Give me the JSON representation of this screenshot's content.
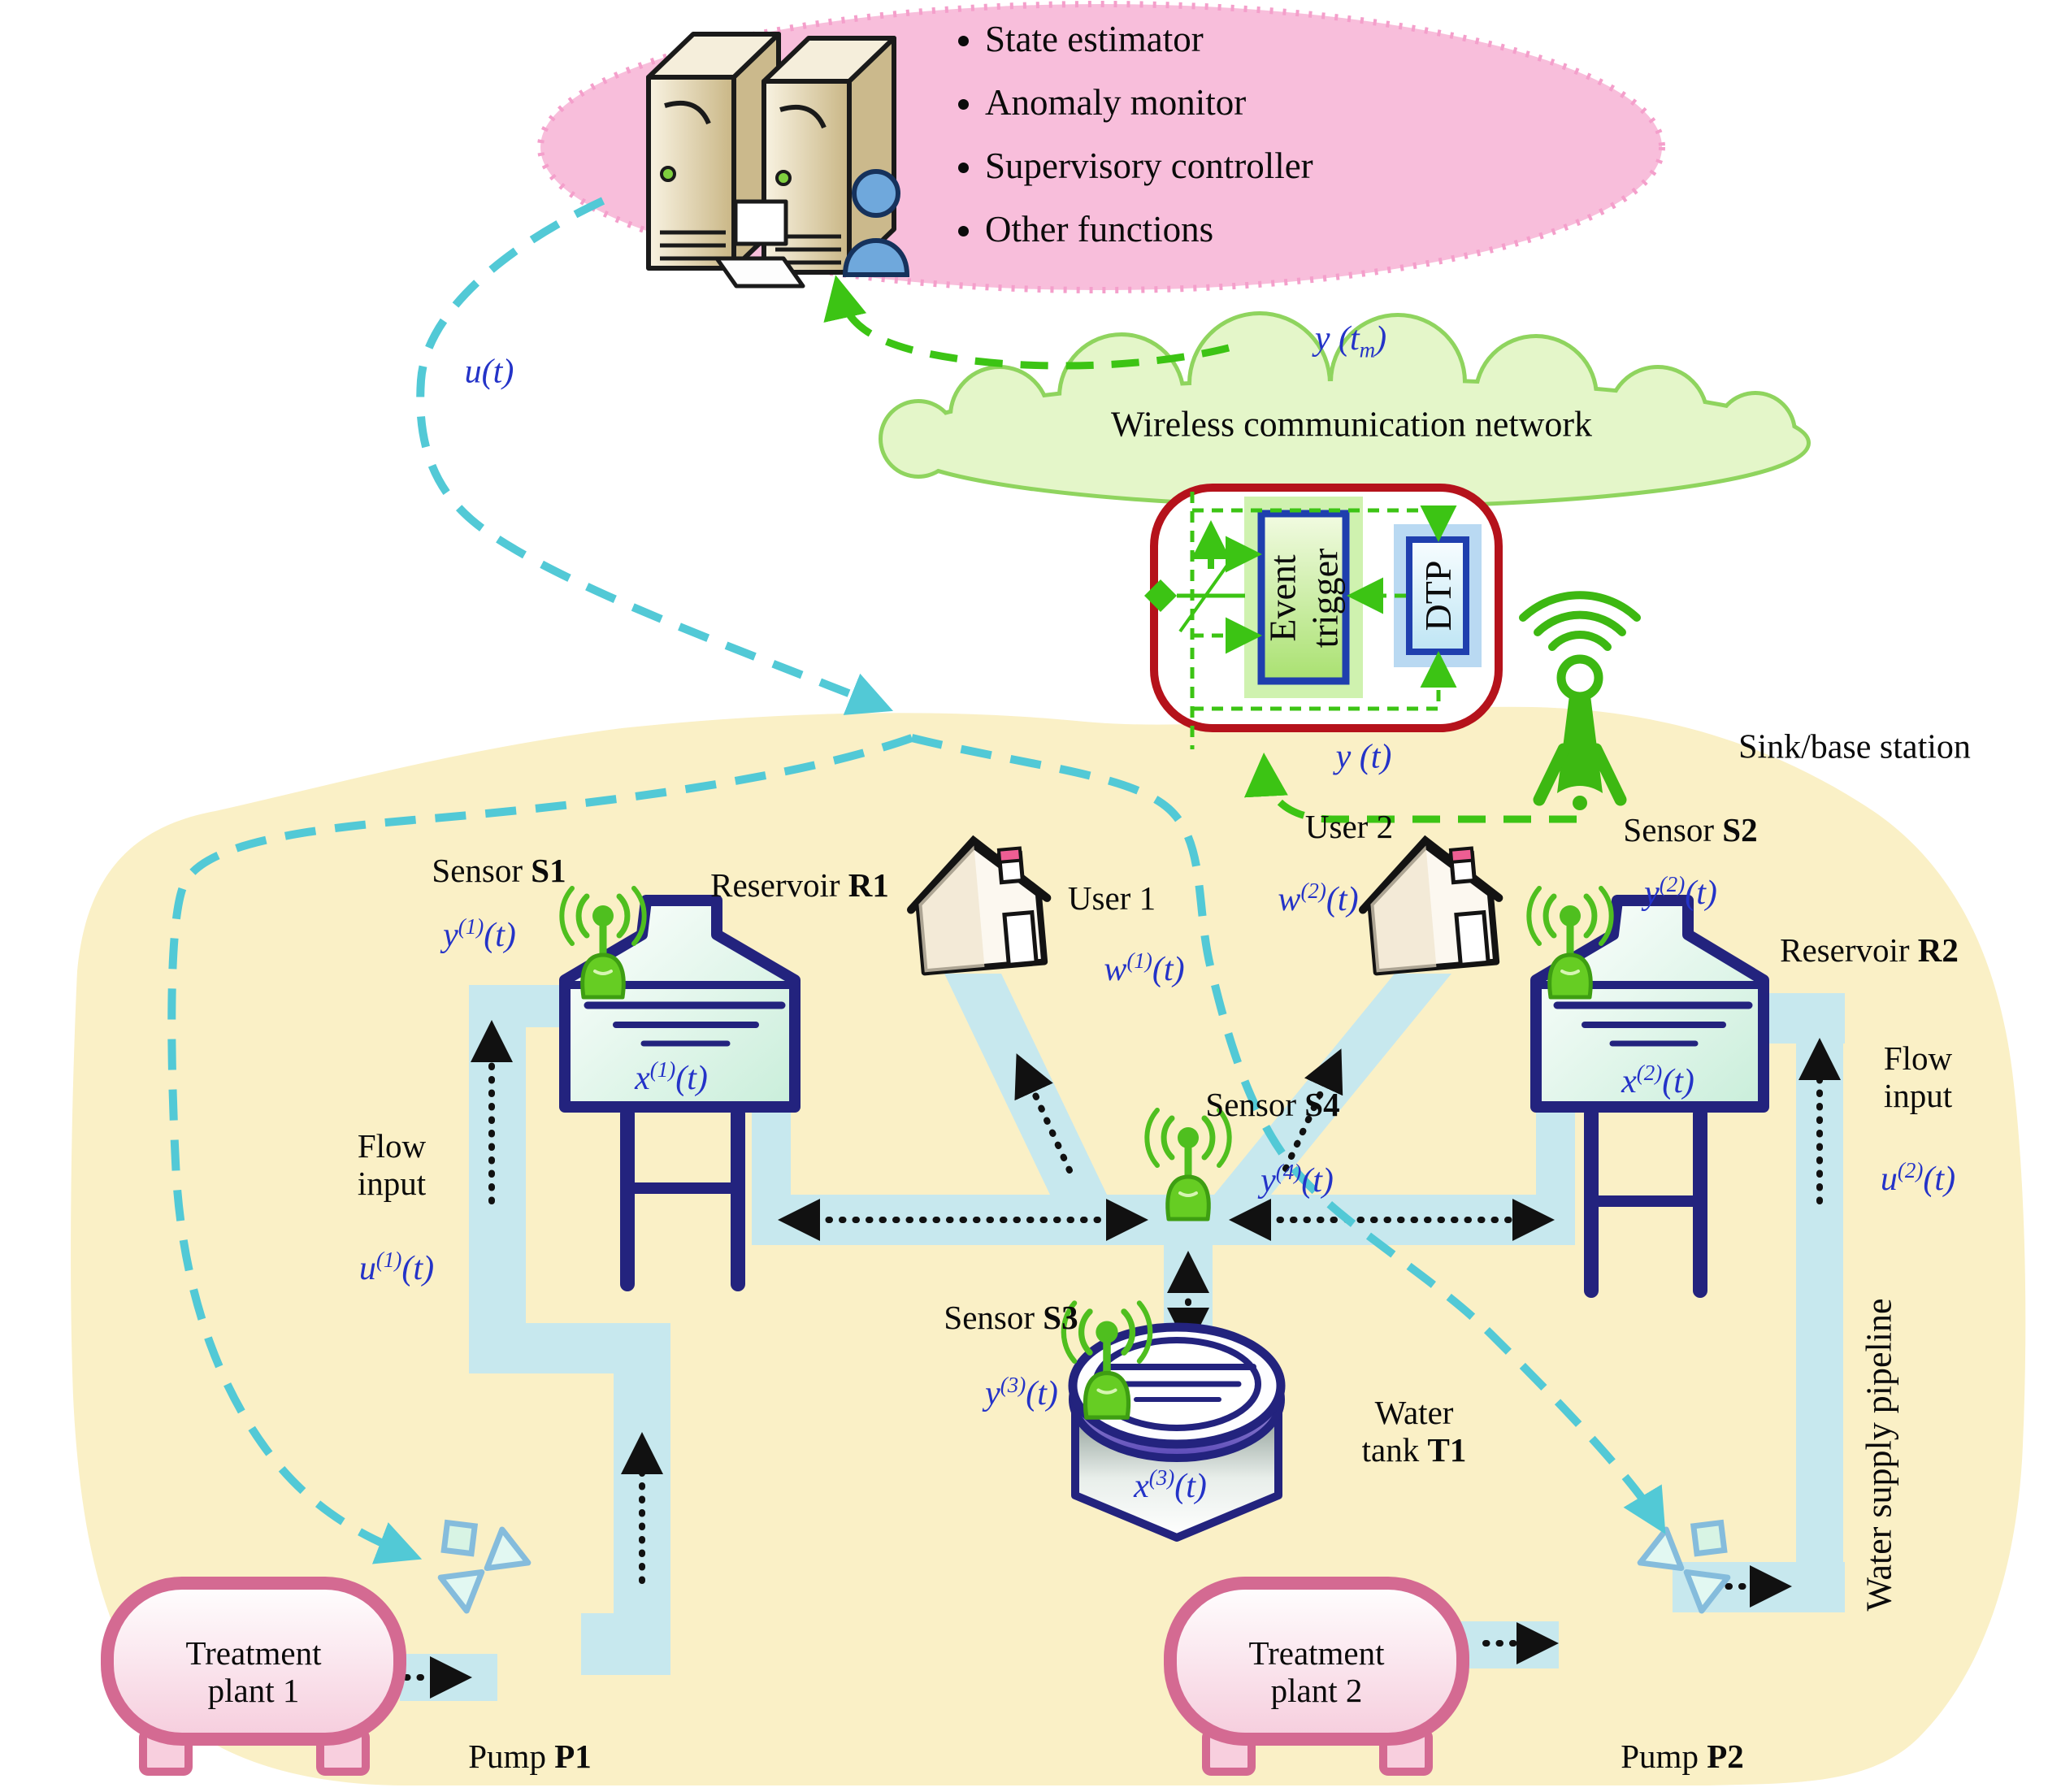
{
  "scada": {
    "functions": [
      "State estimator",
      "Anomaly monitor",
      "Supervisory controller",
      "Other functions"
    ]
  },
  "cloud": {
    "label": "Wireless communication network"
  },
  "event_box": {
    "event_trigger": "Event trigger",
    "dtp": "DTP"
  },
  "sink": {
    "label": "Sink/base station"
  },
  "signals": {
    "u": {
      "base": "u",
      "arg": "(t)"
    },
    "y_tm": {
      "base": "y",
      "pre": " (t",
      "sub": "m",
      "post": ")"
    },
    "y": {
      "base": "y",
      "arg": " (t)"
    },
    "y1": {
      "base": "y",
      "sup": "(1)",
      "arg": "(t)"
    },
    "y2": {
      "base": "y",
      "sup": "(2)",
      "arg": "(t)"
    },
    "y3": {
      "base": "y",
      "sup": "(3)",
      "arg": "(t)"
    },
    "y4": {
      "base": "y",
      "sup": "(4)",
      "arg": "(t)"
    },
    "w1": {
      "base": "w",
      "sup": "(1)",
      "arg": "(t)"
    },
    "w2": {
      "base": "w",
      "sup": "(2)",
      "arg": "(t)"
    },
    "x1": {
      "base": "x",
      "sup": "(1)",
      "arg": "(t)"
    },
    "x2": {
      "base": "x",
      "sup": "(2)",
      "arg": "(t)"
    },
    "x3": {
      "base": "x",
      "sup": "(3)",
      "arg": "(t)"
    },
    "u1": {
      "base": "u",
      "sup": "(1)",
      "arg": "(t)"
    },
    "u2": {
      "base": "u",
      "sup": "(2)",
      "arg": "(t)"
    }
  },
  "network": {
    "sensors": {
      "s1": {
        "label": "Sensor",
        "id": "S1"
      },
      "s2": {
        "label": "Sensor",
        "id": "S2"
      },
      "s3": {
        "label": "Sensor",
        "id": "S3"
      },
      "s4": {
        "label": "Sensor",
        "id": "S4"
      }
    },
    "reservoirs": {
      "r1": {
        "label": "Reservoir",
        "id": "R1"
      },
      "r2": {
        "label": "Reservoir",
        "id": "R2"
      }
    },
    "users": {
      "u1": "User 1",
      "u2": "User 2"
    },
    "tank": {
      "line1": "Water",
      "line2": "tank",
      "id": "T1"
    },
    "flow_input": {
      "line1": "Flow",
      "line2": "input"
    },
    "pipeline_label": "Water supply pipeline",
    "plants": {
      "p1": {
        "line1": "Treatment",
        "line2": "plant 1"
      },
      "p2": {
        "line1": "Treatment",
        "line2": "plant 2"
      }
    },
    "pumps": {
      "p1": {
        "label": "Pump",
        "id": "P1"
      },
      "p2": {
        "label": "Pump",
        "id": "P2"
      }
    }
  },
  "colors": {
    "blob": "#faf0c6",
    "pipe": "#c7e8ee",
    "navy": "#23237e",
    "cyan_dash": "#52c9d6",
    "green_dash": "#3cc414",
    "antenna": "#66cd23",
    "pink_ellipse": "#f8bedb",
    "plant_border": "#d46a92",
    "red_box": "#b5121b",
    "math_blue": "#2433c8"
  }
}
